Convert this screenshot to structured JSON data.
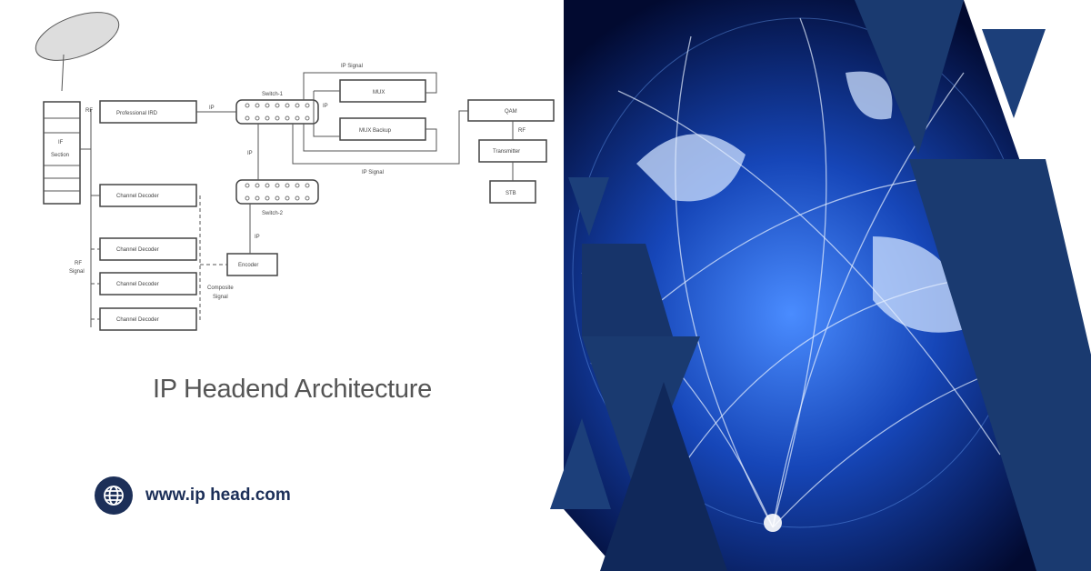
{
  "diagram": {
    "if_section": [
      "IF",
      "Section"
    ],
    "professional_ird": "Professional IRD",
    "switch1": "Switch-1",
    "switch2": "Switch-2",
    "ip": "IP",
    "ip_signal": "IP Signal",
    "mux": "MUX",
    "mux_backup": "MUX Backup",
    "qam": "QAM",
    "rf": "RF",
    "transmitter": "Transmitter",
    "stb": "STB",
    "channel_decoder": "Channel Decoder",
    "encoder": "Encoder",
    "rf_signal": [
      "RF",
      "Signal"
    ],
    "composite_signal": [
      "Composite",
      "Signal"
    ]
  },
  "title": "IP Headend Architecture",
  "website": {
    "icon": "globe-icon",
    "url": "www.ip head.com"
  },
  "colors": {
    "navy": "#1c2f58",
    "triangle": "#1a3a70",
    "glow": "#3a7dff"
  }
}
